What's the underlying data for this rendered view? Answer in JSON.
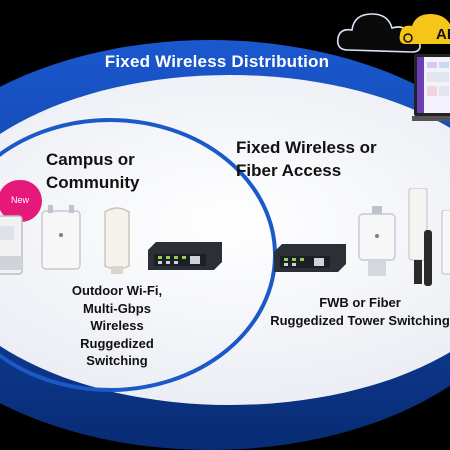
{
  "diagram": {
    "title": "Fixed Wireless Distribution",
    "left_zone": {
      "heading_line1": "Campus or",
      "heading_line2": "Community",
      "desc_lines": [
        "Outdoor Wi-Fi,",
        "Multi-Gbps",
        "Wireless",
        "Ruggedized",
        "Switching"
      ]
    },
    "right_zone": {
      "heading_line1": "Fixed Wireless or",
      "heading_line2": "Fiber Access",
      "desc_lines": [
        "FWB or Fiber",
        "Ruggedized Tower Switching"
      ]
    },
    "badge": "New",
    "cloud_label": "AI"
  },
  "colors": {
    "background": "#000000",
    "outer_ellipse": "#0b3f9a",
    "banner_blue": "#1d5fe0",
    "inner_panel": "#f4f5f9",
    "divider_ring": "#1b59c8",
    "cloud_yellow": "#f5c518",
    "new_badge": "#e6197a"
  },
  "icons": [
    "outdoor-ap-icon",
    "sector-antenna-icon",
    "ruggedized-switch-icon",
    "tower-radio-icon",
    "laptop-dashboard-icon",
    "cloud-icon"
  ]
}
